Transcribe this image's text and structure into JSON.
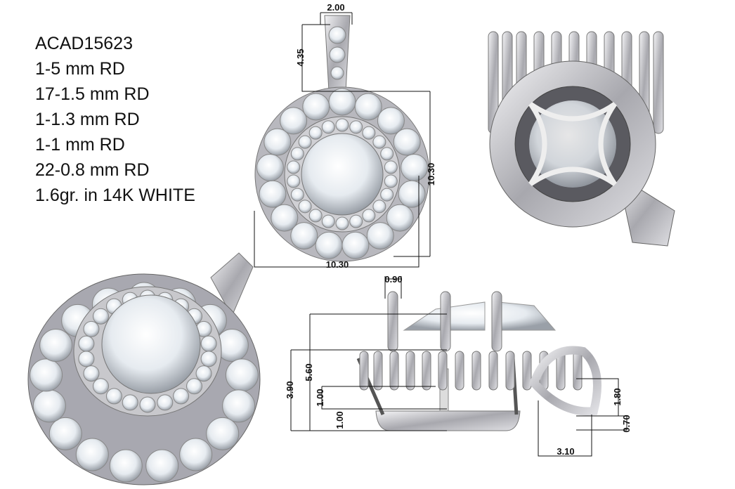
{
  "specs": {
    "model": "ACAD15623",
    "lines": [
      "1-5 mm RD",
      "17-1.5 mm RD",
      "1-1.3 mm RD",
      "1-1 mm RD",
      "22-0.8 mm RD",
      "1.6gr. in 14K WHITE"
    ]
  },
  "front_view": {
    "bail_width": "2.00",
    "bail_height": "4.35",
    "height": "10.30",
    "width": "10.30"
  },
  "side_view": {
    "prong_width": "0.90",
    "total_height": "5.60",
    "base_height": "3.90",
    "gallery_height": "1.00",
    "rail_height": "1.00",
    "bail_opening_height": "1.80",
    "bail_thickness": "0.70",
    "bail_opening_width": "3.10"
  },
  "colors": {
    "metal": "#c8c8cc",
    "stone": "#eef2f6",
    "line": "#111111"
  }
}
